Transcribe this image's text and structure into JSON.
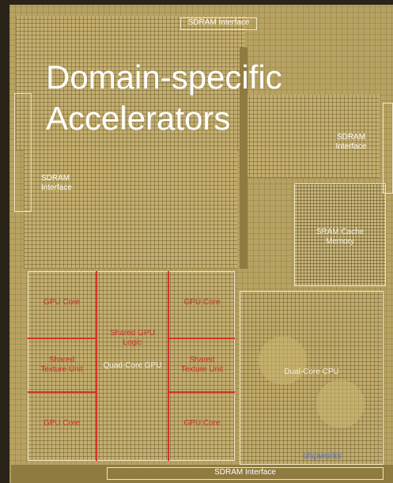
{
  "title_lines": [
    "Domain-specific",
    "Accelerators"
  ],
  "labels": {
    "sdram_top": "SDRAM Interface",
    "sdram_right": "SDRAM\nInterface",
    "sdram_left": "SDRAM\nInterface",
    "sdram_bottom": "SDRAM Interface",
    "sram": "SRAM Cache\nMemory",
    "gpu_core_tl": "GPU Core",
    "gpu_core_tr": "GPU Core",
    "gpu_core_bl": "GPU Core",
    "gpu_core_br": "GPU Core",
    "shared_gpu_logic": "Shared GPU\nLogic",
    "shared_texture_left": "Shared\nTexture Unit",
    "shared_texture_right": "Shared\nTexture Unit",
    "quad_core_gpu": "Quad-Core GPU",
    "dual_core_cpu": "Dual-Core CPU",
    "watermark": "chipworks"
  },
  "colors": {
    "die": "#b7a262",
    "text_white": "#ffffff",
    "gpu_red": "#d2342a",
    "box_outline": "#f1e6c6"
  }
}
